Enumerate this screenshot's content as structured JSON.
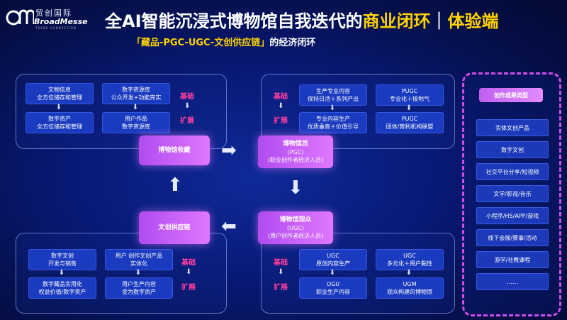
{
  "logo": {
    "cn": "贸创国际",
    "en": "BroadMesse",
    "sub": "TRADE CONNECTION"
  },
  "title": {
    "main": "全AI智能沉浸式博物馆自我迭代的",
    "highlight": "商业闭环",
    "sep": "｜",
    "end": "体验端"
  },
  "subtitle": {
    "highlight": "「藏品-PGC-UGC-文创供应链」",
    "rest": "的经济闭环"
  },
  "top_left": {
    "boxes": [
      {
        "l1": "文物信息",
        "l2": "全方位储存和管理"
      },
      {
        "l1": "数字资源库",
        "l2": "公众开发+功能完实"
      },
      {
        "l1": "数字资产",
        "l2": "全方位储存和管理"
      },
      {
        "l1": "用户作品",
        "l2": "数字资源库"
      }
    ],
    "tag_base": "基础",
    "tag_ext": "扩展",
    "arrow": "⬇"
  },
  "top_right": {
    "tag_base": "基础",
    "tag_ext": "扩展",
    "boxes": [
      {
        "l1": "生产专业内容",
        "l2": "保持日活＋系列产出"
      },
      {
        "l1": "PUGC",
        "l2": "专业化＋接地气"
      },
      {
        "l1": "专业内容生产",
        "l2": "优质垂直＋价值引导"
      },
      {
        "l1": "PUGC",
        "l2": "团体/营利机构联盟"
      }
    ]
  },
  "bottom_left": {
    "boxes": [
      {
        "l1": "数字文创",
        "l2": "开发与销售"
      },
      {
        "l1": "用户 创作文创产品",
        "l2": "实体化"
      },
      {
        "l1": "数字藏品实用化",
        "l2": "权益价值/数字资产"
      },
      {
        "l1": "用户生产内容",
        "l2": "变为数字资产"
      }
    ],
    "tag_base": "基础",
    "tag_ext": "扩展"
  },
  "bottom_right": {
    "tag_base": "基础",
    "tag_ext": "扩展",
    "boxes": [
      {
        "l1": "UGC",
        "l2": "原创内容生产"
      },
      {
        "l1": "UGC",
        "l2": "多元化＋用户黏性"
      },
      {
        "l1": "OGU",
        "l2": "职业生产内容"
      },
      {
        "l1": "UGM",
        "l2": "观众构建的博物馆"
      }
    ]
  },
  "nodes": {
    "collection": {
      "title": "博物馆收藏"
    },
    "staff": {
      "title": "博物馆员",
      "l2": "(PGC)",
      "l3": "(职业创作者经济人员)"
    },
    "audience": {
      "title": "博物馆观众",
      "l2": "(UGC)",
      "l3": "(用户创作者经济人员)"
    },
    "supply": {
      "title": "文创供应链"
    }
  },
  "right_panel": {
    "header": "创作成果类型",
    "items": [
      "实体文创产品",
      "数字文创",
      "社交平台分享/短视频",
      "文学/影视/音乐",
      "小程序/H5/APP/游戏",
      "线下会展/赛事/活动",
      "游学/社教课程",
      "……"
    ]
  },
  "colors": {
    "accent_yellow": "#ffd200",
    "tag_pink": "#ff3da0",
    "node_purple": "#c060f0",
    "box_blue": "#1a3bbf",
    "background": "#081a78"
  }
}
